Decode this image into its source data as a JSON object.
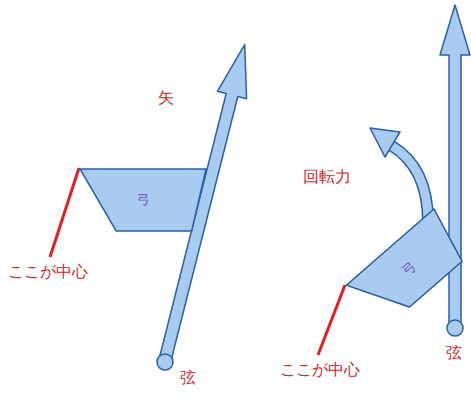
{
  "diagram": {
    "nodes": [
      {
        "text": [
          "弓"
        ]
      },
      {
        "text": [
          "弓"
        ]
      }
    ],
    "labels": [
      "矢",
      "ここが中心",
      "弦",
      "回転力",
      "ここが中心",
      "弦"
    ]
  }
}
